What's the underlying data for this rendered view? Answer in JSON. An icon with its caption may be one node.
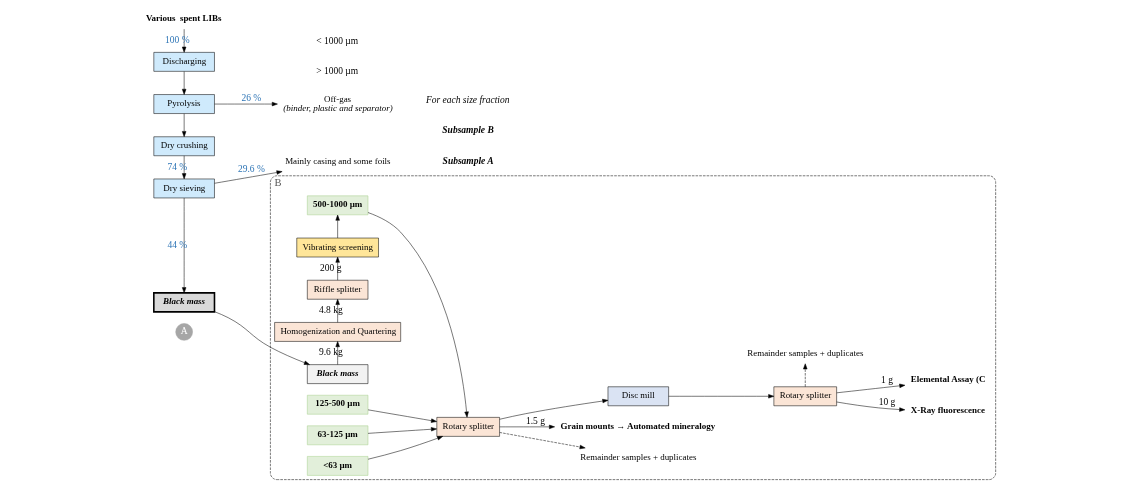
{
  "diagram": {
    "nodes": [
      {
        "text": [
          "A"
        ]
      },
      {
        "text": [
          "Various  spent LIBs"
        ]
      },
      {
        "text": [
          "Discharging"
        ]
      },
      {
        "text": [
          "Pyrolysis"
        ]
      },
      {
        "text": [
          "Off-gas",
          "(binder, plastic and separator)"
        ]
      },
      {
        "text": [
          "Dry crushing"
        ]
      },
      {
        "text": [
          "Dry sieving"
        ]
      },
      {
        "text": [
          "Mainly casing and some foils"
        ]
      },
      {
        "text": [
          "Black mass"
        ]
      },
      {
        "text": [
          "B"
        ]
      },
      {
        "text": [
          "Black mass"
        ],
        "in": 9
      },
      {
        "text": [
          "Homogenization and Quartering"
        ],
        "in": 9
      },
      {
        "text": [
          "Riffle splitter"
        ],
        "in": 9
      },
      {
        "text": [
          "Vibrating screening"
        ],
        "in": 9
      },
      {
        "text": [
          "500-1000 µm"
        ],
        "in": 9
      },
      {
        "text": [
          "125-500 µm"
        ],
        "in": 9
      },
      {
        "text": [
          "63-125 µm"
        ],
        "in": 9
      },
      {
        "text": [
          "<63 µm"
        ],
        "in": 9
      },
      {
        "text": [
          "Rotary splitter"
        ],
        "in": 9
      },
      {
        "text": [
          "Remainder samples + duplicates"
        ],
        "in": 9
      },
      {
        "text": [
          "Grain mounts → Automated mineralogy"
        ],
        "in": 9
      },
      {
        "text": [
          "Disc mill"
        ],
        "in": 9
      },
      {
        "text": [
          "Rotary splitter"
        ],
        "in": 9
      },
      {
        "text": [
          "Remainder samples + duplicates"
        ],
        "in": 9
      },
      {
        "text": [
          "X-Ray fluorescence"
        ],
        "in": 9
      },
      {
        "text": [
          "Elemental Assay (C"
        ],
        "in": 9
      }
    ],
    "edges": [
      {
        "from": 1,
        "to": 2,
        "arrow": "to",
        "label": "100 %"
      },
      {
        "from": 2,
        "to": 3,
        "arrow": "to"
      },
      {
        "from": 3,
        "to": 4,
        "arrow": "to",
        "label": "26 %"
      },
      {
        "from": 3,
        "to": 5,
        "arrow": "to"
      },
      {
        "from": 5,
        "to": 6,
        "arrow": "to",
        "label": "74 %"
      },
      {
        "from": 6,
        "to": 7,
        "arrow": "to",
        "label": "29.6 %"
      },
      {
        "from": 6,
        "to": 8,
        "arrow": "to",
        "label": "44 %"
      },
      {
        "from": 8,
        "to": 10,
        "arrow": "to"
      },
      {
        "from": 10,
        "to": 11,
        "arrow": "to",
        "label": "9.6 kg"
      },
      {
        "from": 11,
        "to": 12,
        "arrow": "to",
        "label": "4.8 kg"
      },
      {
        "from": 12,
        "to": 13,
        "arrow": "to",
        "label": "200 g"
      },
      {
        "from": 13,
        "to": 14,
        "arrow": "to"
      },
      {
        "from": 14,
        "to": 18,
        "arrow": "to"
      },
      {
        "from": 15,
        "to": 18,
        "arrow": "to"
      },
      {
        "from": 16,
        "to": 18,
        "arrow": "to"
      },
      {
        "from": 17,
        "to": 18,
        "arrow": "to"
      },
      {
        "from": 18,
        "to": 20,
        "arrow": "to",
        "label": "1.5 g"
      },
      {
        "from": 18,
        "to": 19,
        "arrow": "to",
        "style": "dashed"
      },
      {
        "from": 18,
        "to": 21,
        "arrow": "to"
      },
      {
        "from": 21,
        "to": 22,
        "arrow": "to"
      },
      {
        "from": 22,
        "to": 24,
        "arrow": "to",
        "label": "10 g"
      },
      {
        "from": 22,
        "to": 25,
        "arrow": "to",
        "label": "1 g"
      },
      {
        "from": 22,
        "to": 23,
        "arrow": "to",
        "style": "dashed"
      }
    ],
    "labels": [
      "> 1000 µm",
      "< 1000 µm",
      "Subsample A",
      "Subsample B",
      "For each size fraction"
    ]
  }
}
